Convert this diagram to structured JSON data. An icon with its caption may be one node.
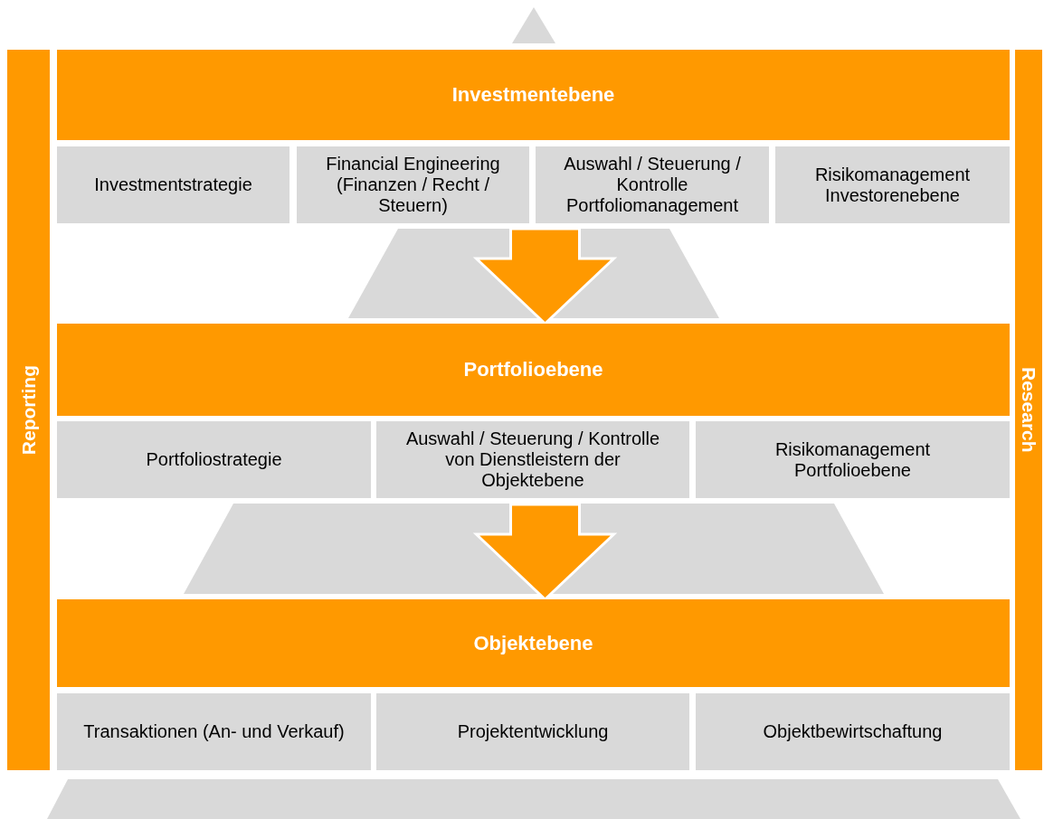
{
  "diagram": {
    "nodes": [
      {
        "text": [
          "Investmentebene"
        ]
      },
      {
        "text": [
          "Investmentstrategie"
        ]
      },
      {
        "text": [
          "Financial Engineering (Finanzen / Recht / Steuern)"
        ]
      },
      {
        "text": [
          "Auswahl / Steuerung / Kontrolle Portfoliomanagement"
        ]
      },
      {
        "text": [
          "Risikomanagement Investorenebene"
        ]
      },
      {
        "text": [
          "Portfolioebene"
        ]
      },
      {
        "text": [
          "Portfoliostrategie"
        ]
      },
      {
        "text": [
          "Auswahl / Steuerung / Kontrolle  von Dienstleistern der Objektebene"
        ]
      },
      {
        "text": [
          "Risikomanagement Portfolioebene"
        ]
      },
      {
        "text": [
          "Objektebene"
        ]
      },
      {
        "text": [
          "Transaktionen (An- und Verkauf)"
        ]
      },
      {
        "text": [
          "Projektentwicklung"
        ]
      },
      {
        "text": [
          "Objektbewirtschaftung"
        ]
      },
      {
        "text": [
          "Reporting"
        ]
      },
      {
        "text": [
          "Research"
        ]
      }
    ],
    "edges": [
      {
        "from": 0,
        "to": 5,
        "arrow": "to",
        "style": "thick"
      },
      {
        "from": 5,
        "to": 9,
        "arrow": "to",
        "style": "thick"
      }
    ]
  }
}
